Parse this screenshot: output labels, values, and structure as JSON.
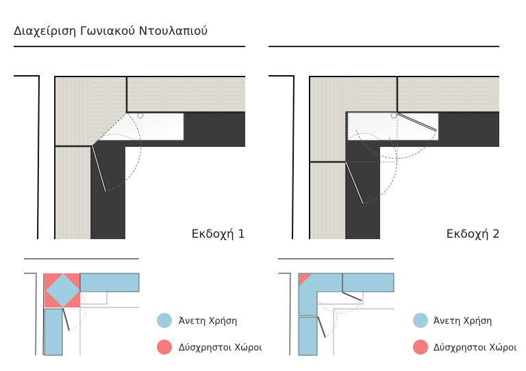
{
  "title": "Διαχείριση Γωνιακού Ντουλαπιού",
  "versions": [
    {
      "label": "Εκδοχή 1"
    },
    {
      "label": "Εκδοχή 2"
    }
  ],
  "legend": {
    "comfortable": {
      "label": "Άνετη Χρήση",
      "color": "#9ecde0"
    },
    "awkward": {
      "label": "Δύσχρηστοι Χώροι",
      "color": "#f77b7b"
    }
  },
  "colors": {
    "wood": "#dcd8cf",
    "floor": "#3b3b3b"
  }
}
